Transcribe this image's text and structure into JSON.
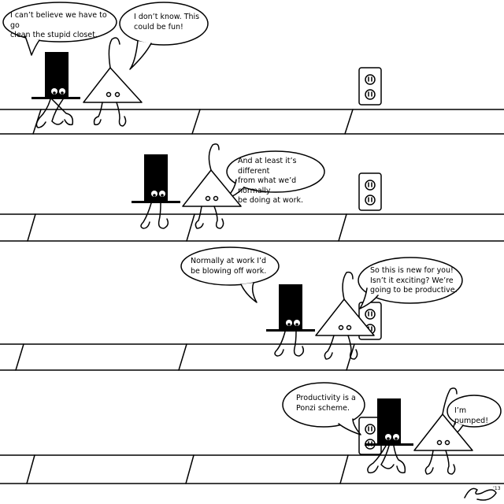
{
  "comic": {
    "panels": [
      {
        "bubbles": [
          {
            "speaker": "top-hat",
            "text": "I can’t believe we have to go\nclean the stupid closet."
          },
          {
            "speaker": "triangle",
            "text": "I don’t know. This\ncould be fun!"
          }
        ]
      },
      {
        "bubbles": [
          {
            "speaker": "triangle",
            "text": "And at least it’s different\nfrom what we’d normally\nbe doing at work."
          }
        ]
      },
      {
        "bubbles": [
          {
            "speaker": "top-hat",
            "text": "Normally at work I’d\nbe blowing off work."
          },
          {
            "speaker": "triangle",
            "text": "So this is new for you!\nIsn’t it exciting? We’re\ngoing to be productive."
          }
        ]
      },
      {
        "bubbles": [
          {
            "speaker": "top-hat",
            "text": "Productivity is a\nPonzi scheme."
          },
          {
            "speaker": "triangle",
            "text": "I’m pumped!"
          }
        ]
      }
    ],
    "signature": {
      "year": "’13"
    }
  }
}
